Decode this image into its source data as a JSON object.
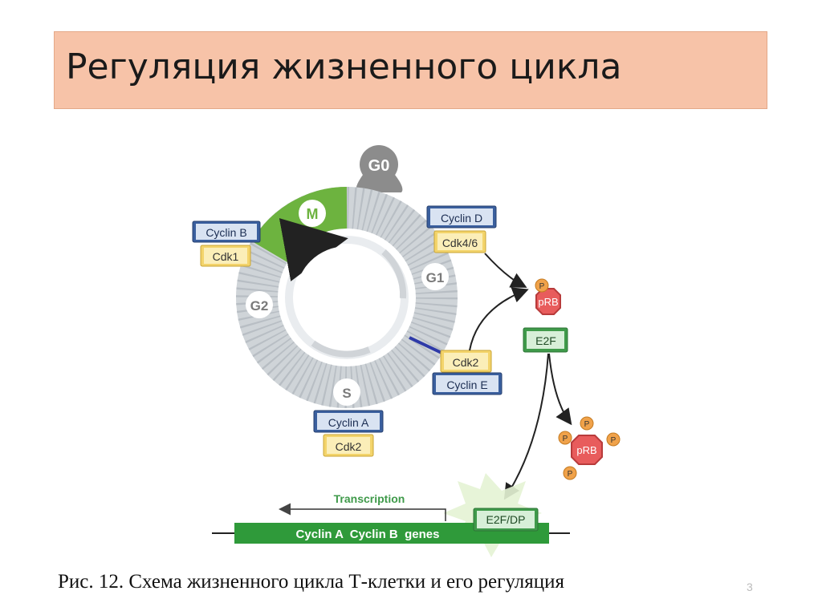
{
  "title": "Регуляция жизненного цикла",
  "phases": {
    "g0": "G0",
    "m": "M",
    "g1": "G1",
    "g2": "G2",
    "s": "S"
  },
  "complexes": {
    "cyclin_b": "Cyclin B",
    "cdk1": "Cdk1",
    "cyclin_d": "Cyclin D",
    "cdk46": "Cdk4/6",
    "cdk2_e": "Cdk2",
    "cyclin_e": "Cyclin E",
    "cyclin_a": "Cyclin A",
    "cdk2_a": "Cdk2"
  },
  "prb": {
    "label": "pRB",
    "p": "P"
  },
  "e2f": "E2F",
  "e2f_dp": "E2F/DP",
  "transcription": "Transcription",
  "genes": "Cyclin A  Cyclin B  genes",
  "caption": "Рис. 12. Схема жизненного цикла Т-клетки и его регуляция",
  "page_number": "3",
  "colors": {
    "title_bg": "#f7c3a8",
    "cyclin_blue": "#3a5f9e",
    "cdk_yellow": "#f3d46b",
    "green": "#6db33f",
    "prb_red": "#e85c5c",
    "phosphate_orange": "#f0a24a",
    "e2f_green": "#3f9a4a"
  }
}
